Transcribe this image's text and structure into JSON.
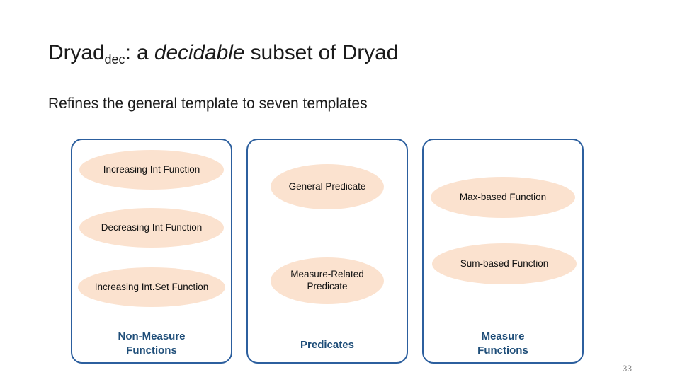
{
  "slide": {
    "title": {
      "prefix": "Dryad",
      "subscript": "dec",
      "mid": ": a ",
      "italic": "decidable",
      "suffix": " subset of Dryad"
    },
    "subtitle": "Refines the general template to seven templates",
    "page_number": "33",
    "colors": {
      "box_border": "#2c5f9e",
      "ellipse_fill": "#fbe2cf",
      "group_label": "#1f4e79",
      "text": "#111111"
    },
    "groups": [
      {
        "label": "Non-Measure\nFunctions",
        "ellipses": [
          {
            "text": "Increasing Int Function"
          },
          {
            "text": "Decreasing Int Function"
          },
          {
            "text": "Increasing Int.Set Function"
          }
        ]
      },
      {
        "label": "Predicates",
        "ellipses": [
          {
            "text": "General Predicate"
          },
          {
            "text": "Measure-Related\nPredicate"
          }
        ]
      },
      {
        "label": "Measure\nFunctions",
        "ellipses": [
          {
            "text": "Max-based Function"
          },
          {
            "text": "Sum-based Function"
          }
        ]
      }
    ]
  }
}
